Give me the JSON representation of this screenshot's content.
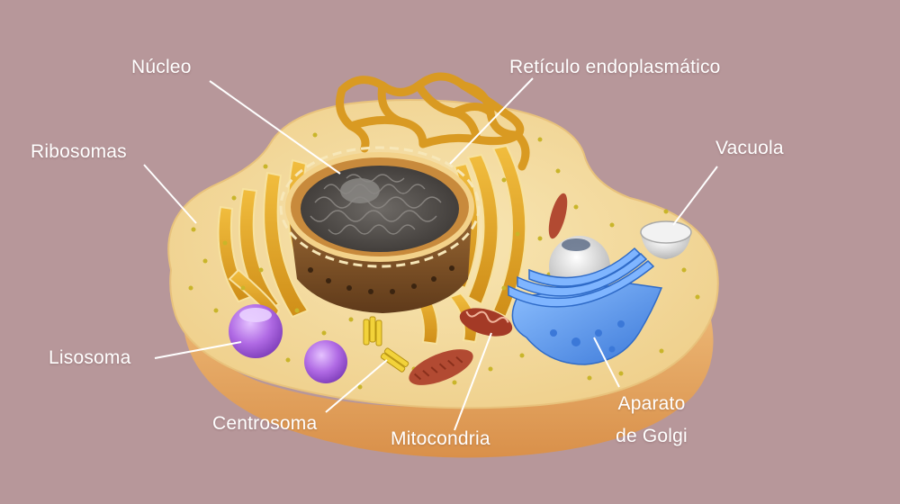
{
  "diagram": {
    "labels": {
      "nucleo": "Núcleo",
      "reticulo": "Retículo endoplasmático",
      "ribosomas": "Ribosomas",
      "vacuola": "Vacuola",
      "lisosoma": "Lisosoma",
      "centrosoma": "Centrosoma",
      "mitocondria": "Mitocondria",
      "golgi_line1": "Aparato",
      "golgi_line2": "de Golgi"
    },
    "colors": {
      "background": "#b7979a",
      "cytoplasm": "#f4dc9f",
      "membrane_side": "#e8ad66",
      "reticulum": "#dca024",
      "nucleus": "#8a5a2c",
      "chromatin": "#4a4643",
      "golgi": "#5a96e6",
      "lysosome": "#a85cd8",
      "mitochondria": "#b24a32",
      "vacuole": "#cfcfcf",
      "ribosome": "#c9b52a",
      "leader_line": "#ffffff"
    }
  }
}
